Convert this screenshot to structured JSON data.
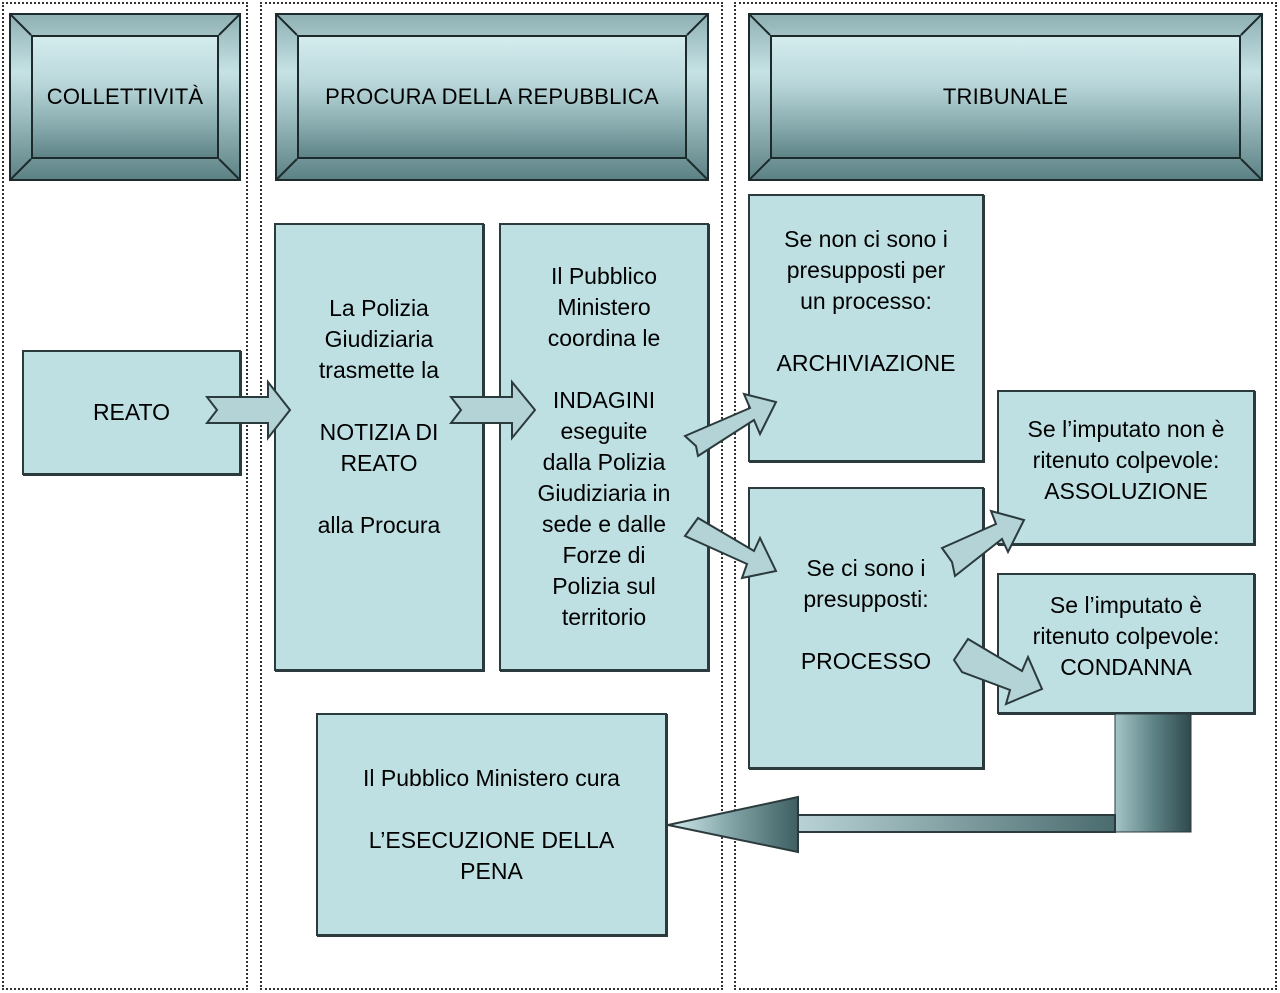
{
  "headers": {
    "collettivita": "COLLETTIVITÀ",
    "procura": "PROCURA DELLA REPUBBLICA",
    "tribunale": "TRIBUNALE"
  },
  "boxes": {
    "reato": "REATO",
    "polizia": {
      "line1": "La Polizia",
      "line2": "Giudiziaria",
      "line3": "trasmette la",
      "line4": "NOTIZIA DI",
      "line5": "REATO",
      "line6": "alla Procura"
    },
    "pm": {
      "line1": "Il Pubblico",
      "line2": "Ministero",
      "line3": "coordina le",
      "line4": "INDAGINI",
      "line5": "eseguite",
      "line6": "dalla Polizia",
      "line7": "Giudiziaria in",
      "line8": "sede e dalle",
      "line9": "Forze di",
      "line10": "Polizia sul",
      "line11": "territorio"
    },
    "archiviazione": {
      "line1": "Se non ci sono i",
      "line2": "presupposti per",
      "line3": "un processo:",
      "line4": "ARCHIVIAZIONE"
    },
    "processo": {
      "line1": "Se ci sono i",
      "line2": "presupposti:",
      "line3": "PROCESSO"
    },
    "assoluzione": {
      "line1": "Se l’imputato non è",
      "line2": "ritenuto colpevole:",
      "line3": "ASSOLUZIONE"
    },
    "condanna": {
      "line1": "Se l’imputato è",
      "line2": "ritenuto colpevole:",
      "line3": "CONDANNA"
    },
    "esecuzione": {
      "line1": "Il Pubblico Ministero  cura",
      "line2": "L’ESECUZIONE DELLA",
      "line3": "PENA"
    }
  },
  "colors": {
    "box_fill": "#bfe0e3",
    "arrow_fill": "#b3d3d6",
    "outline": "#2b3a3c"
  }
}
